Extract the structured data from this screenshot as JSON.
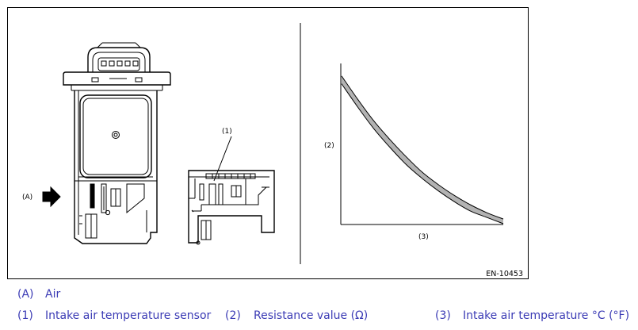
{
  "figure": {
    "code": "EN-10453",
    "callout_A": "(A)",
    "callout_1": "(1)",
    "axis_y_callout": "(2)",
    "axis_x_callout": "(3)"
  },
  "legend": {
    "A": {
      "key": "(A)",
      "text": "Air"
    },
    "1": {
      "key": "(1)",
      "text": "Intake air temperature sensor"
    },
    "2": {
      "key": "(2)",
      "text": "Resistance value (Ω)"
    },
    "3": {
      "key": "(3)",
      "text": "Intake air temperature °C (°F)"
    }
  },
  "colors": {
    "line": "#000000",
    "band_fill": "#b3b3b3",
    "legend_text": "#3b3bb5"
  },
  "chart_data": {
    "type": "area",
    "xlabel": "(3)",
    "ylabel": "(2)",
    "series": [
      {
        "x": [
          0,
          0.1,
          0.2,
          0.3,
          0.4,
          0.5,
          0.6,
          0.7,
          0.8,
          0.9,
          1.0
        ],
        "upper": [
          0.95,
          0.8,
          0.66,
          0.54,
          0.43,
          0.33,
          0.25,
          0.18,
          0.12,
          0.07,
          0.03
        ],
        "lower": [
          0.9,
          0.75,
          0.61,
          0.49,
          0.38,
          0.29,
          0.21,
          0.14,
          0.08,
          0.04,
          0.0
        ]
      }
    ]
  }
}
